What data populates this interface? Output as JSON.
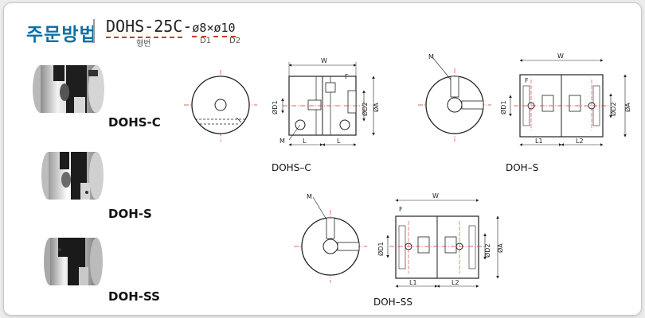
{
  "header": {
    "title": "주문방법",
    "order_code": {
      "model": "DOHS-25C",
      "sep": "-",
      "d1": "ø8",
      "times": "×",
      "d2": "ø10",
      "labels": {
        "model": "형번",
        "d1": "D1",
        "d2": "D2"
      }
    }
  },
  "products": [
    {
      "label": "DOHS-C"
    },
    {
      "label": "DOH-S"
    },
    {
      "label": "DOH-SS"
    }
  ],
  "drawings": {
    "dohs_c": {
      "caption": "DOHS–C",
      "dims": {
        "W": "W",
        "F": "F",
        "D1": "ØD1",
        "D2": "ØD2",
        "A": "ØA",
        "L_left": "L",
        "L_right": "L",
        "M": "M"
      }
    },
    "doh_s": {
      "caption": "DOH–S",
      "dims": {
        "W": "W",
        "F": "F",
        "D1": "ØD1",
        "D2": "ØD2",
        "A": "ØA",
        "L1": "L1",
        "L2": "L2",
        "M": "M"
      }
    },
    "doh_ss": {
      "caption": "DOH–SS",
      "dims": {
        "W": "W",
        "F": "F",
        "D1": "ØD1",
        "D2": "ØD2",
        "A": "ØA",
        "L1": "L1",
        "L2": "L2",
        "M": "M"
      }
    }
  },
  "colors": {
    "accent": "#0e6fa3",
    "dash_red": "#d23a2a",
    "centerline": "#e0332a"
  }
}
